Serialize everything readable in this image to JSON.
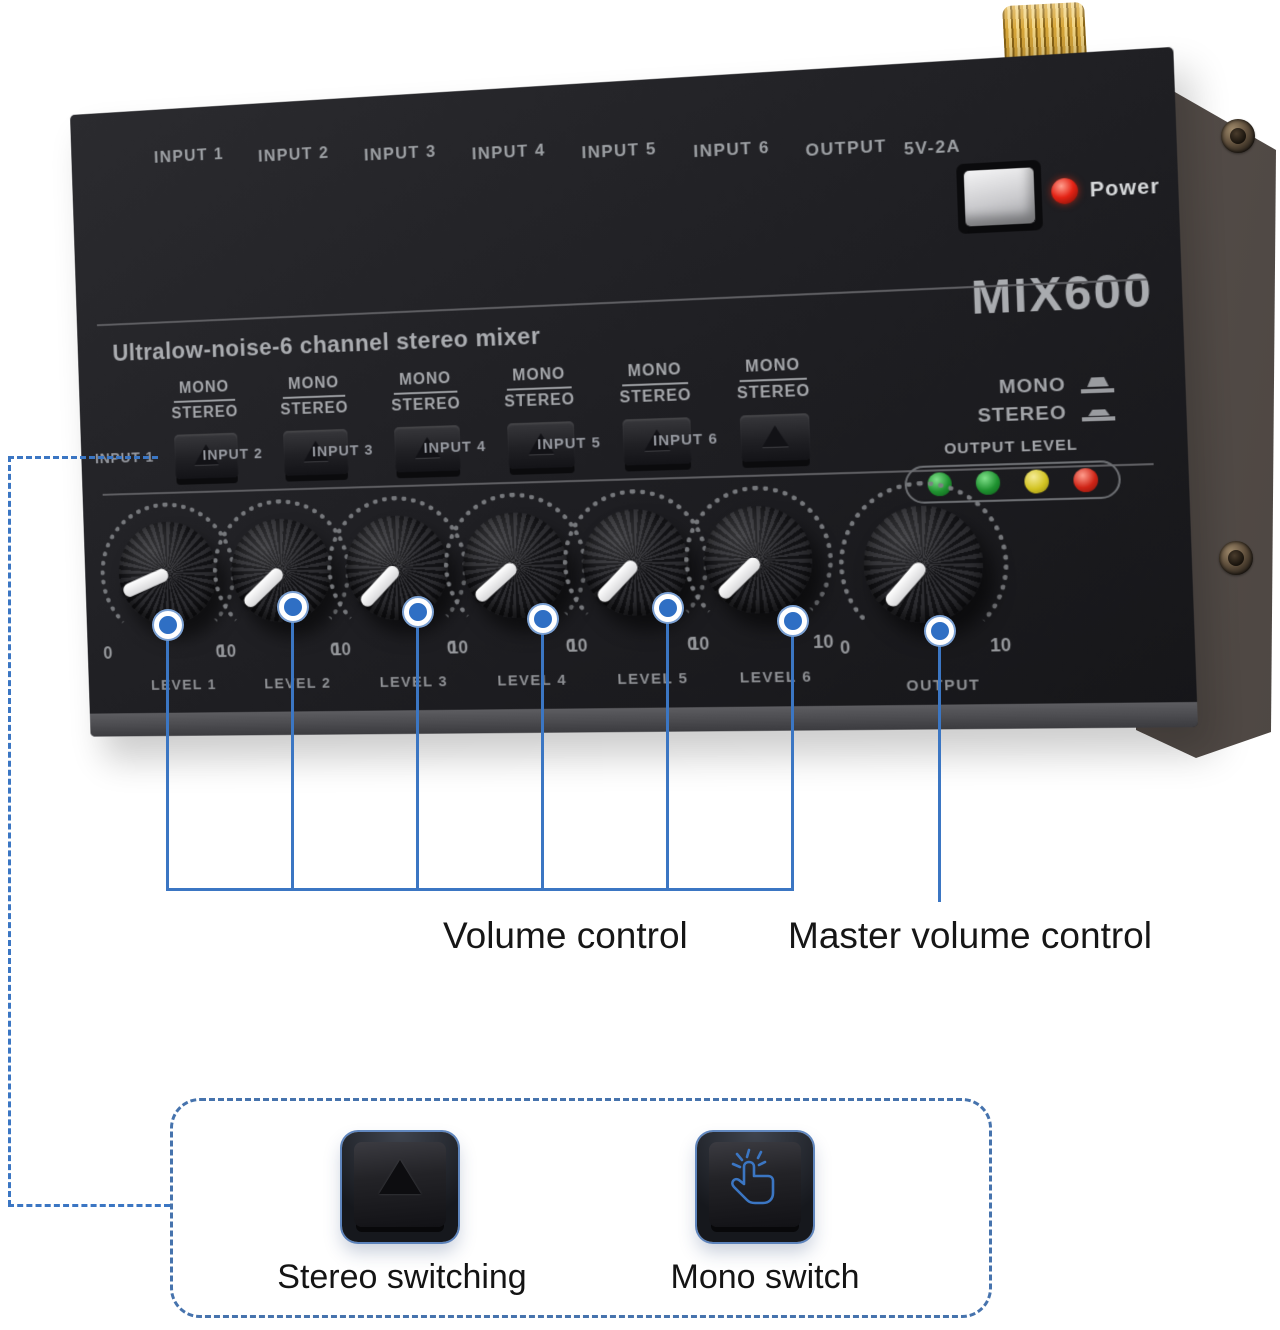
{
  "device": {
    "model": "MIX600",
    "tagline": "Ultralow-noise-6 channel stereo mixer",
    "power_label": "Power",
    "top_labels": [
      "INPUT 1",
      "INPUT 2",
      "INPUT 3",
      "INPUT 4",
      "INPUT 5",
      "INPUT 6",
      "OUTPUT",
      "5V-2A"
    ],
    "switch_top": "MONO",
    "switch_bottom": "STEREO",
    "channels": [
      {
        "input": "INPUT 1",
        "level": "LEVEL 1"
      },
      {
        "input": "INPUT 2",
        "level": "LEVEL 2"
      },
      {
        "input": "INPUT 3",
        "level": "LEVEL 3"
      },
      {
        "input": "INPUT 4",
        "level": "LEVEL 4"
      },
      {
        "input": "INPUT 5",
        "level": "LEVEL 5"
      },
      {
        "input": "INPUT 6",
        "level": "LEVEL 6"
      }
    ],
    "output_knob_label": "OUTPUT",
    "scale": {
      "min": "0",
      "max": "10"
    },
    "legend": {
      "mono": "MONO",
      "stereo": "STEREO",
      "output_level": "OUTPUT LEVEL"
    },
    "leds": [
      "green",
      "green",
      "yellow",
      "red"
    ]
  },
  "annotations": {
    "volume_control": "Volume control",
    "master_volume_control": "Master volume control",
    "stereo_switching": "Stereo switching",
    "mono_switch": "Mono switch"
  },
  "colors": {
    "accent_blue": "#3b76c3",
    "led_green": "#1f9230",
    "led_yellow": "#d2c322",
    "led_red": "#cf2416",
    "panel_black": "#1e1e22",
    "side_grey": "#5b534e",
    "gold": "#d8a73a"
  }
}
